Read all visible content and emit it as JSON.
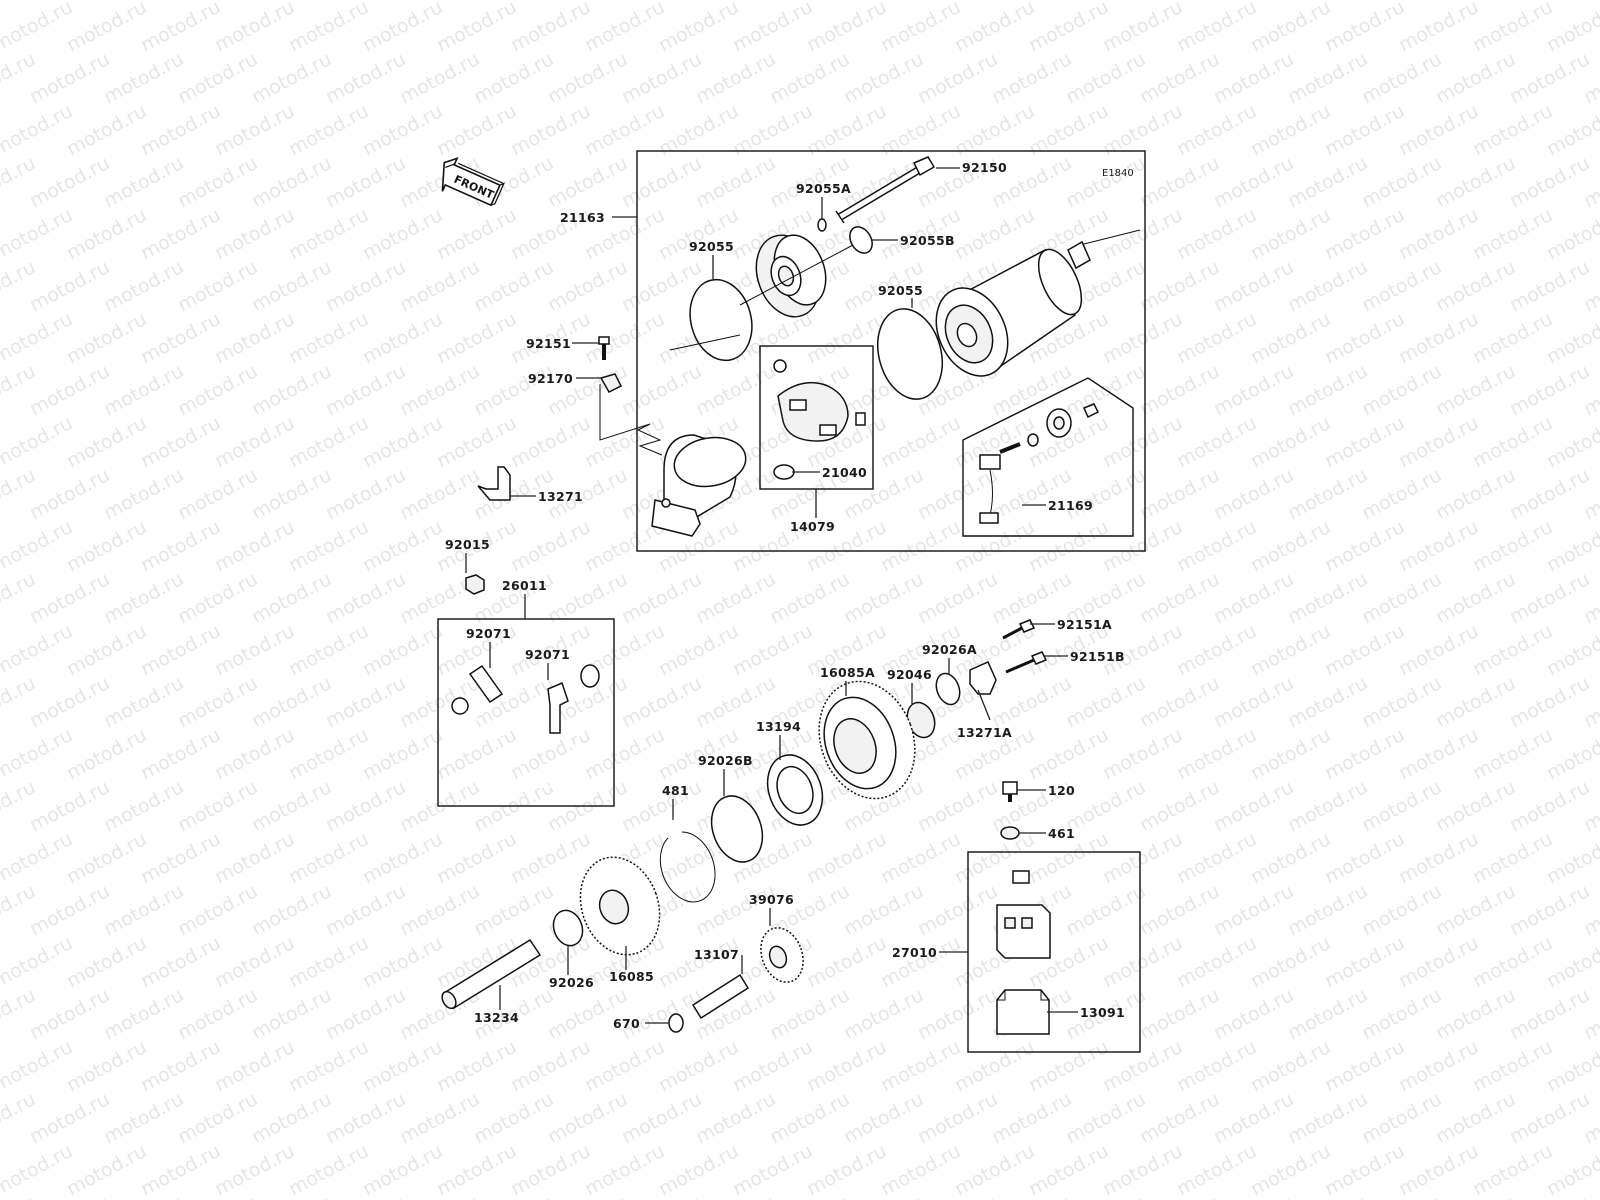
{
  "watermark": "motod.ru",
  "diagram_code": "E1840",
  "front_label": "FRONT",
  "labels": {
    "p92150": "92150",
    "p92055A": "92055A",
    "p21163": "21163",
    "p92055B": "92055B",
    "p92055_left": "92055",
    "p92055_right": "92055",
    "p92151": "92151",
    "p92170": "92170",
    "p21040": "21040",
    "p14079": "14079",
    "p13271": "13271",
    "p21169": "21169",
    "p92015": "92015",
    "p26011": "26011",
    "p92071_a": "92071",
    "p92071_b": "92071",
    "p92151A": "92151A",
    "p92151B": "92151B",
    "p92026A": "92026A",
    "p16085A": "16085A",
    "p92046": "92046",
    "p13271A": "13271A",
    "p13194": "13194",
    "p92026B": "92026B",
    "p481": "481",
    "p120": "120",
    "p461": "461",
    "p39076": "39076",
    "p27010": "27010",
    "p13107": "13107",
    "p92026": "92026",
    "p16085": "16085",
    "p13091": "13091",
    "p13234": "13234",
    "p670": "670"
  }
}
